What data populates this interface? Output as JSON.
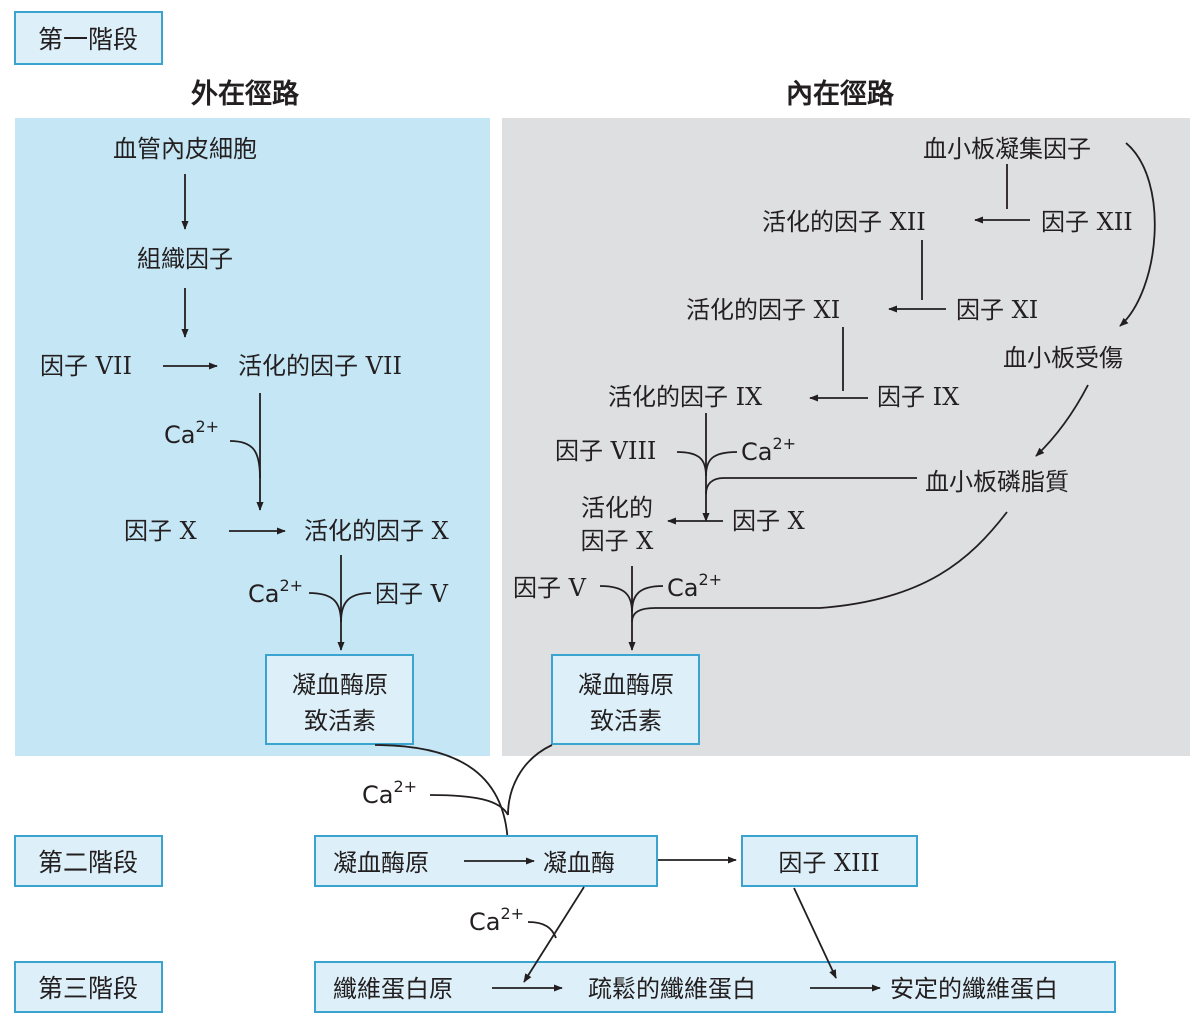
{
  "colors": {
    "extrinsic_bg": "#c5e6f5",
    "intrinsic_bg": "#dedfe0",
    "box_fill": "#ddf0f9",
    "box_stroke": "#3aa3cf",
    "ink": "#231f20"
  },
  "stages": {
    "stage1": "第一階段",
    "stage2": "第二階段",
    "stage3": "第三階段"
  },
  "extrinsic": {
    "title": "外在徑路",
    "endothelial": "血管內皮細胞",
    "tissue_factor": "組織因子",
    "factor_vii": "因子 VII",
    "active_vii": "活化的因子 VII",
    "ca": "Ca",
    "factor_x": "因子 X",
    "active_x": "活化的因子 X",
    "ca2": "Ca",
    "factor_v": "因子 V",
    "prothrombin_activator_line1": "凝血酶原",
    "prothrombin_activator_line2": "致活素"
  },
  "intrinsic": {
    "title": "內在徑路",
    "aggregation_factor": "血小板凝集因子",
    "active_xii": "活化的因子 XII",
    "factor_xii": "因子 XII",
    "active_xi": "活化的因子 XI",
    "factor_xi": "因子 XI",
    "platelet_damage": "血小板受傷",
    "active_ix": "活化的因子 IX",
    "factor_ix": "因子 IX",
    "factor_viii": "因子 VIII",
    "ca": "Ca",
    "platelet_phospholipid": "血小板磷脂質",
    "active_x_line1": "活化的",
    "active_x_line2": "因子 X",
    "factor_x": "因子 X",
    "factor_v": "因子 V",
    "ca2": "Ca",
    "prothrombin_activator_line1": "凝血酶原",
    "prothrombin_activator_line2": "致活素"
  },
  "common": {
    "ca": "Ca",
    "prothrombin": "凝血酶原",
    "thrombin": "凝血酶",
    "factor_xiii": "因子 XIII",
    "ca2": "Ca",
    "fibrinogen": "纖維蛋白原",
    "loose_fibrin": "疏鬆的纖維蛋白",
    "stable_fibrin": "安定的纖維蛋白"
  },
  "superscript": "2+"
}
